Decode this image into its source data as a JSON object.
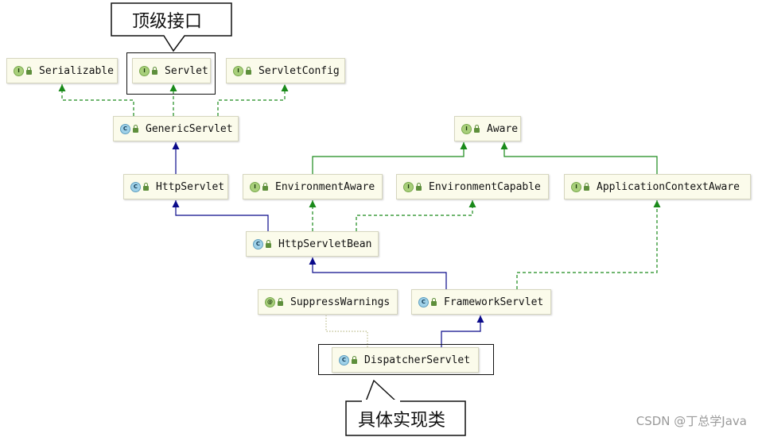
{
  "nodes": [
    {
      "id": "Serializable",
      "label": "Serializable",
      "kind": "interface",
      "badge": "I"
    },
    {
      "id": "Servlet",
      "label": "Servlet",
      "kind": "interface",
      "badge": "I"
    },
    {
      "id": "ServletConfig",
      "label": "ServletConfig",
      "kind": "interface",
      "badge": "I"
    },
    {
      "id": "GenericServlet",
      "label": "GenericServlet",
      "kind": "class",
      "badge": "C"
    },
    {
      "id": "Aware",
      "label": "Aware",
      "kind": "interface",
      "badge": "I"
    },
    {
      "id": "HttpServlet",
      "label": "HttpServlet",
      "kind": "class",
      "badge": "C"
    },
    {
      "id": "EnvironmentAware",
      "label": "EnvironmentAware",
      "kind": "interface",
      "badge": "I"
    },
    {
      "id": "EnvironmentCapable",
      "label": "EnvironmentCapable",
      "kind": "interface",
      "badge": "I"
    },
    {
      "id": "ApplicationContextAware",
      "label": "ApplicationContextAware",
      "kind": "interface",
      "badge": "I"
    },
    {
      "id": "HttpServletBean",
      "label": "HttpServletBean",
      "kind": "class",
      "badge": "C"
    },
    {
      "id": "SuppressWarnings",
      "label": "SuppressWarnings",
      "kind": "annotation",
      "badge": "@"
    },
    {
      "id": "FrameworkServlet",
      "label": "FrameworkServlet",
      "kind": "class",
      "badge": "C"
    },
    {
      "id": "DispatcherServlet",
      "label": "DispatcherServlet",
      "kind": "class",
      "badge": "C"
    }
  ],
  "edges": [
    {
      "from": "GenericServlet",
      "to": "Serializable",
      "type": "implements"
    },
    {
      "from": "GenericServlet",
      "to": "Servlet",
      "type": "implements"
    },
    {
      "from": "GenericServlet",
      "to": "ServletConfig",
      "type": "implements"
    },
    {
      "from": "HttpServlet",
      "to": "GenericServlet",
      "type": "extends"
    },
    {
      "from": "HttpServletBean",
      "to": "HttpServlet",
      "type": "extends"
    },
    {
      "from": "HttpServletBean",
      "to": "EnvironmentAware",
      "type": "implements"
    },
    {
      "from": "HttpServletBean",
      "to": "EnvironmentCapable",
      "type": "implements"
    },
    {
      "from": "EnvironmentAware",
      "to": "Aware",
      "type": "extends-interface"
    },
    {
      "from": "ApplicationContextAware",
      "to": "Aware",
      "type": "extends-interface"
    },
    {
      "from": "FrameworkServlet",
      "to": "HttpServletBean",
      "type": "extends"
    },
    {
      "from": "FrameworkServlet",
      "to": "ApplicationContextAware",
      "type": "implements"
    },
    {
      "from": "DispatcherServlet",
      "to": "FrameworkServlet",
      "type": "extends"
    },
    {
      "from": "DispatcherServlet",
      "to": "SuppressWarnings",
      "type": "annotated"
    }
  ],
  "edge_colors": {
    "extends": "#0a0a8a",
    "implements": "#1a8a1a",
    "extends-interface": "#1a8a1a",
    "annotated": "#c8c8a0"
  },
  "callouts": {
    "top_label": "顶级接口",
    "bottom_label": "具体实现类"
  },
  "watermark": "CSDN @丁总学Java"
}
